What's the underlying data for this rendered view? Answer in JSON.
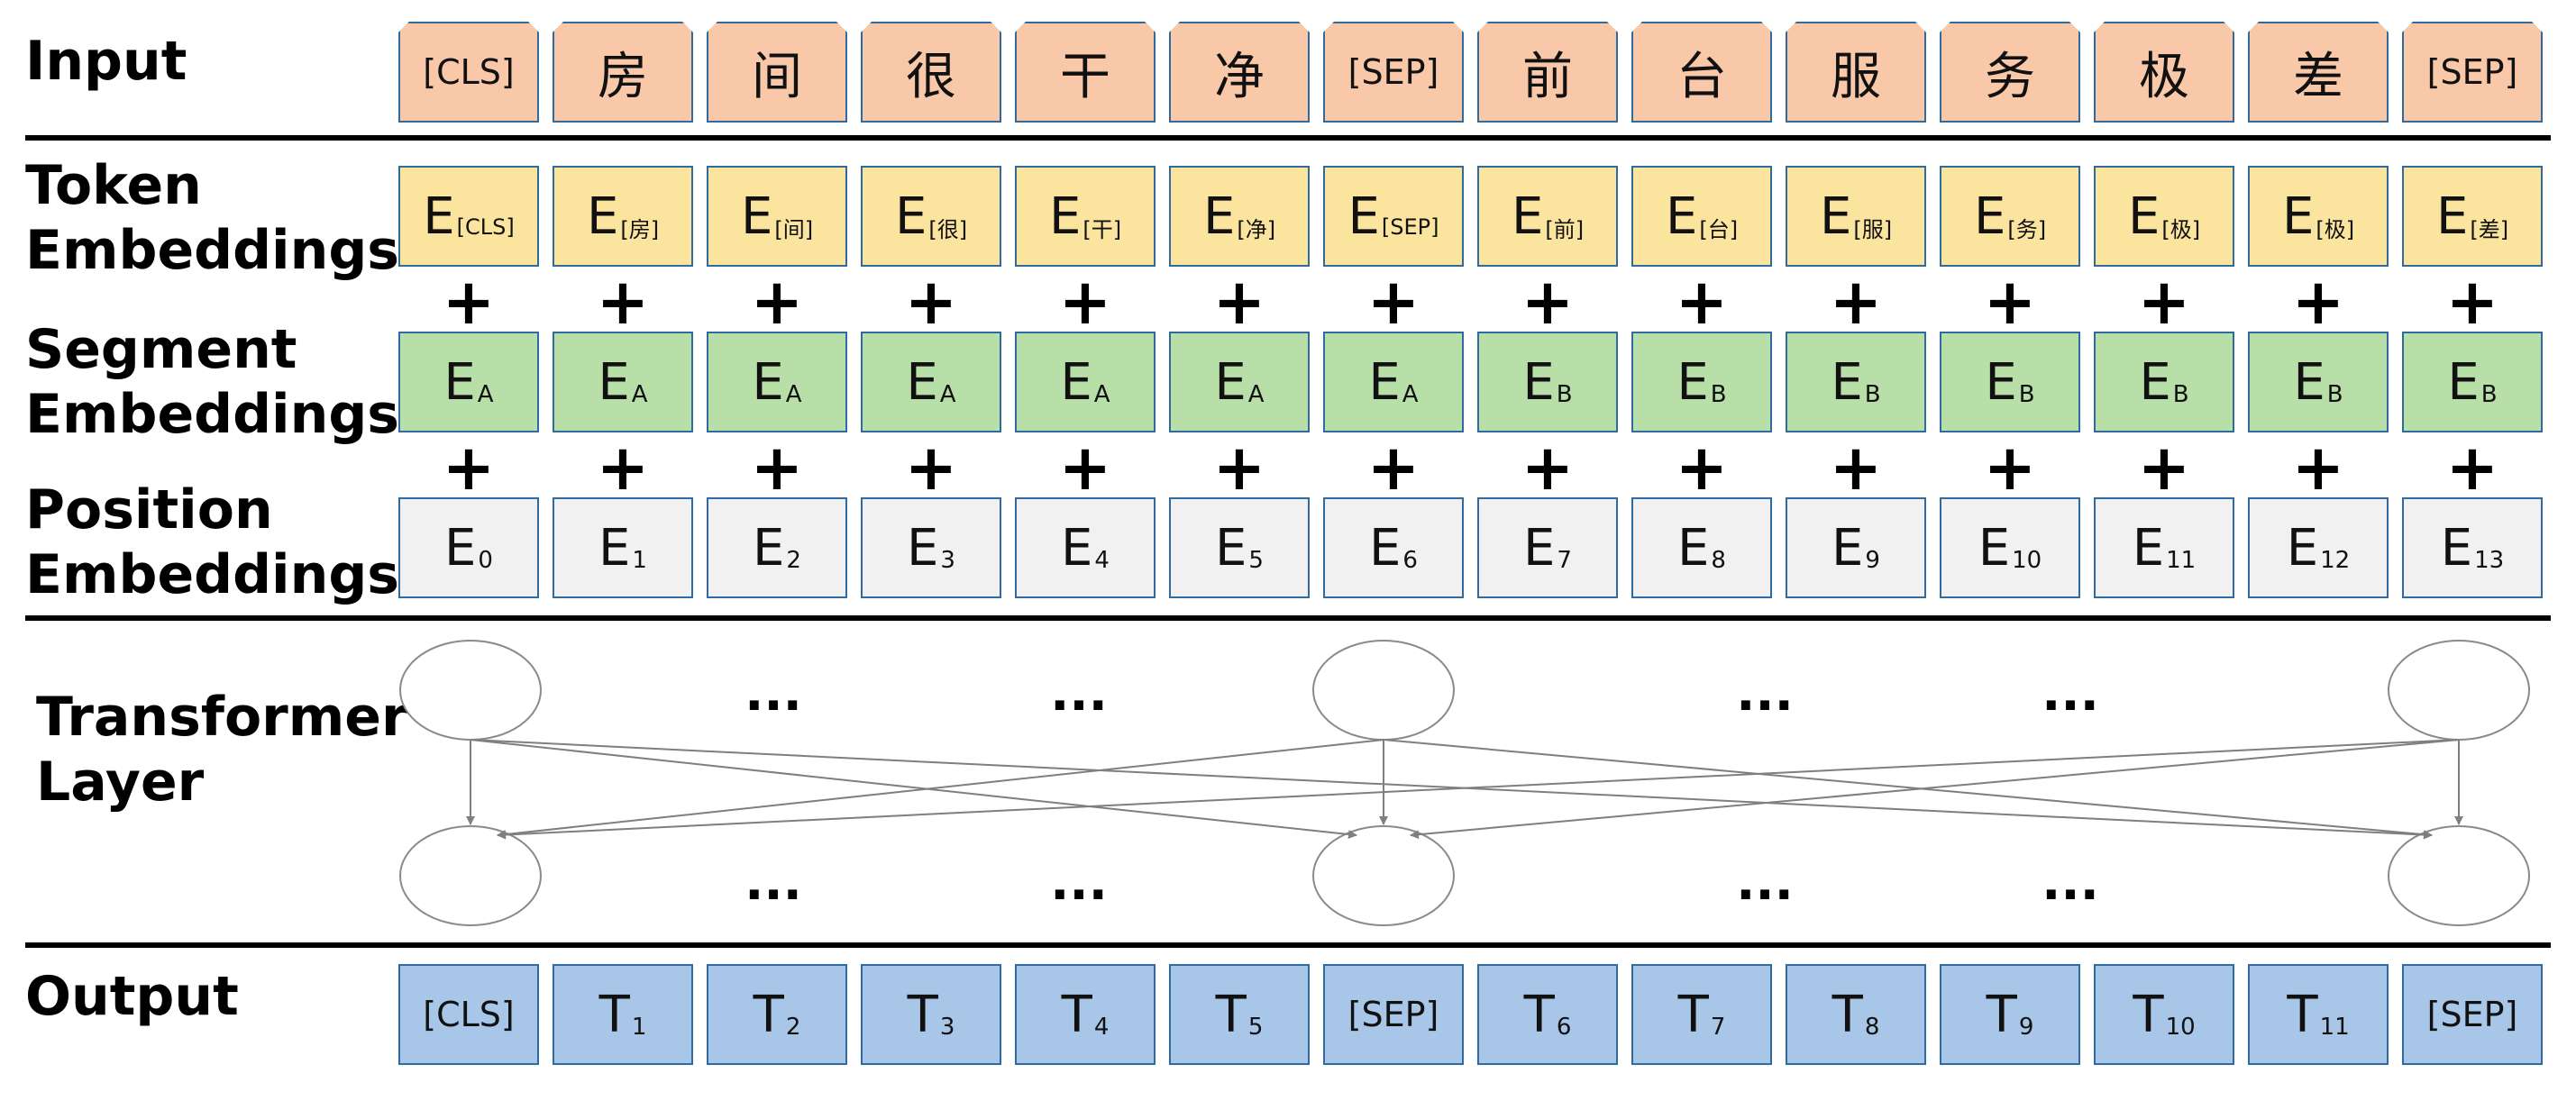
{
  "labels": {
    "input": "Input",
    "token": "Token\nEmbeddings",
    "segment": "Segment\nEmbeddings",
    "position": "Position\nEmbeddings",
    "transformer": "Transformer\nLayer",
    "output": "Output"
  },
  "input_tokens": [
    "[CLS]",
    "房",
    "间",
    "很",
    "干",
    "净",
    "[SEP]",
    "前",
    "台",
    "服",
    "务",
    "极",
    "差",
    "[SEP]"
  ],
  "token_embeddings": [
    {
      "base": "E",
      "sub": "[CLS]"
    },
    {
      "base": "E",
      "sub": "[房]"
    },
    {
      "base": "E",
      "sub": "[间]"
    },
    {
      "base": "E",
      "sub": "[很]"
    },
    {
      "base": "E",
      "sub": "[干]"
    },
    {
      "base": "E",
      "sub": "[净]"
    },
    {
      "base": "E",
      "sub": "[SEP]"
    },
    {
      "base": "E",
      "sub": "[前]"
    },
    {
      "base": "E",
      "sub": "[台]"
    },
    {
      "base": "E",
      "sub": "[服]"
    },
    {
      "base": "E",
      "sub": "[务]"
    },
    {
      "base": "E",
      "sub": "[极]"
    },
    {
      "base": "E",
      "sub": "[极]"
    },
    {
      "base": "E",
      "sub": "[差]"
    }
  ],
  "segment_embeddings": [
    "A",
    "A",
    "A",
    "A",
    "A",
    "A",
    "A",
    "B",
    "B",
    "B",
    "B",
    "B",
    "B",
    "B"
  ],
  "position_embeddings": [
    "0",
    "1",
    "2",
    "3",
    "4",
    "5",
    "6",
    "7",
    "8",
    "9",
    "10",
    "11",
    "12",
    "13"
  ],
  "plus_symbol": "+",
  "ellipsis": "...",
  "output_tokens": [
    {
      "text": "[CLS]"
    },
    {
      "base": "T",
      "sub": "1"
    },
    {
      "base": "T",
      "sub": "2"
    },
    {
      "base": "T",
      "sub": "3"
    },
    {
      "base": "T",
      "sub": "4"
    },
    {
      "base": "T",
      "sub": "5"
    },
    {
      "text": "[SEP]"
    },
    {
      "base": "T",
      "sub": "6"
    },
    {
      "base": "T",
      "sub": "7"
    },
    {
      "base": "T",
      "sub": "8"
    },
    {
      "base": "T",
      "sub": "9"
    },
    {
      "base": "T",
      "sub": "10"
    },
    {
      "base": "T",
      "sub": "11"
    },
    {
      "text": "[SEP]"
    }
  ],
  "colors": {
    "input": "#f8c8a8",
    "token": "#fbe49e",
    "segment": "#b9dfa9",
    "position": "#f1f1f1",
    "output": "#a8c6e8",
    "border": "#2f6aa0",
    "arrow": "#7f7f7f"
  }
}
